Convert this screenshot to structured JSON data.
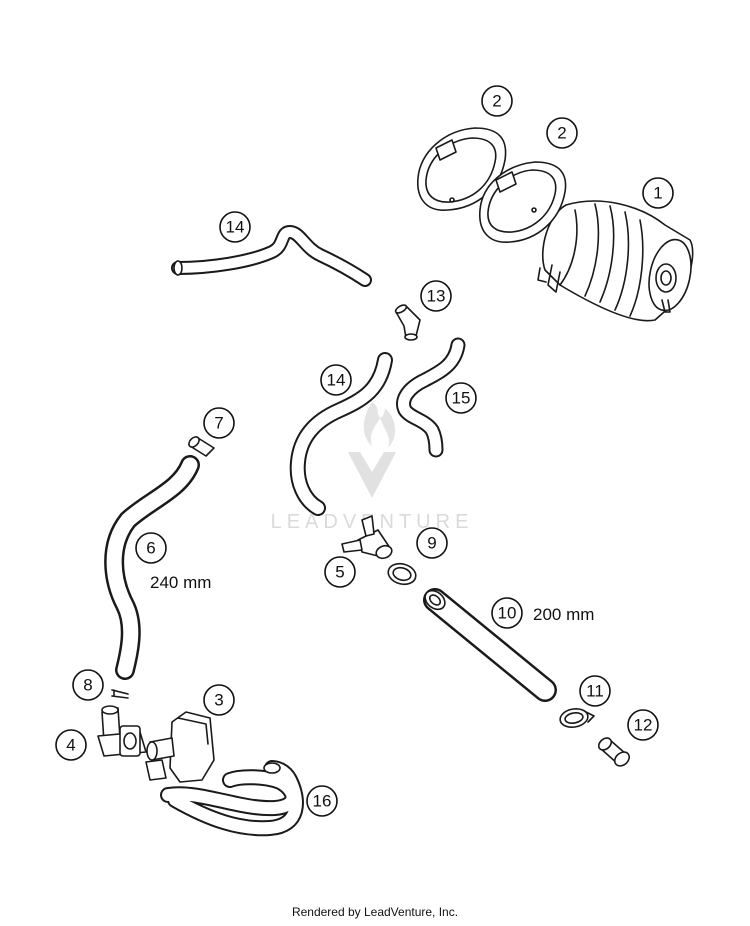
{
  "callouts": {
    "c1": "1",
    "c2a": "2",
    "c2b": "2",
    "c3": "3",
    "c4": "4",
    "c5": "5",
    "c6": "6",
    "c7": "7",
    "c8": "8",
    "c9": "9",
    "c10": "10",
    "c11": "11",
    "c12": "12",
    "c13": "13",
    "c14a": "14",
    "c14b": "14",
    "c15": "15",
    "c16": "16"
  },
  "dimensions": {
    "hose6_length": "240 mm",
    "hose10_length": "200 mm"
  },
  "watermark": "LEADVENTURE",
  "footer": "Rendered by LeadVenture, Inc."
}
